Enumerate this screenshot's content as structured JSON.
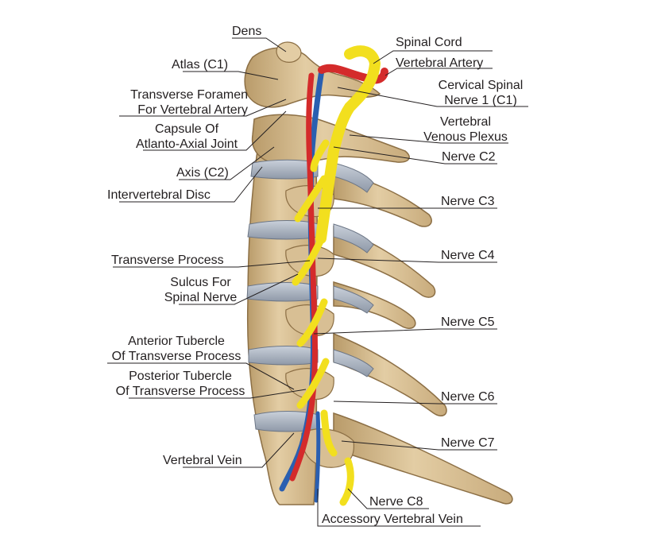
{
  "labels": {
    "dens": "Dens",
    "atlas": "Atlas (C1)",
    "transverse_foramen": [
      "Transverse Foramen",
      "For Vertebral Artery"
    ],
    "capsule": [
      "Capsule Of",
      "Atlanto-Axial Joint"
    ],
    "axis": "Axis (C2)",
    "intervertebral_disc": "Intervertebral Disc",
    "transverse_process": "Transverse Process",
    "sulcus": [
      "Sulcus For",
      "Spinal Nerve"
    ],
    "anterior_tubercle": [
      "Anterior Tubercle",
      "Of Transverse Process"
    ],
    "posterior_tubercle": [
      "Posterior Tubercle",
      "Of Transverse Process"
    ],
    "vertebral_vein": "Vertebral Vein",
    "spinal_cord": "Spinal Cord",
    "vertebral_artery": "Vertebral Artery",
    "cervical_nerve": [
      "Cervical Spinal",
      "Nerve 1 (C1)"
    ],
    "venous_plexus": [
      "Vertebral",
      "Venous Plexus"
    ],
    "nerve_c2": "Nerve C2",
    "nerve_c3": "Nerve C3",
    "nerve_c4": "Nerve C4",
    "nerve_c5": "Nerve C5",
    "nerve_c6": "Nerve C6",
    "nerve_c7": "Nerve C7",
    "nerve_c8": "Nerve C8",
    "accessory_vein": "Accessory Vertebral Vein"
  },
  "colors": {
    "bone": "#dcc49a",
    "bone_shadow": "#b99b6a",
    "disc": "#aeb6c2",
    "nerve": "#f2df1e",
    "artery": "#d42b2b",
    "vein": "#2a5fb0",
    "text": "#231f20"
  }
}
